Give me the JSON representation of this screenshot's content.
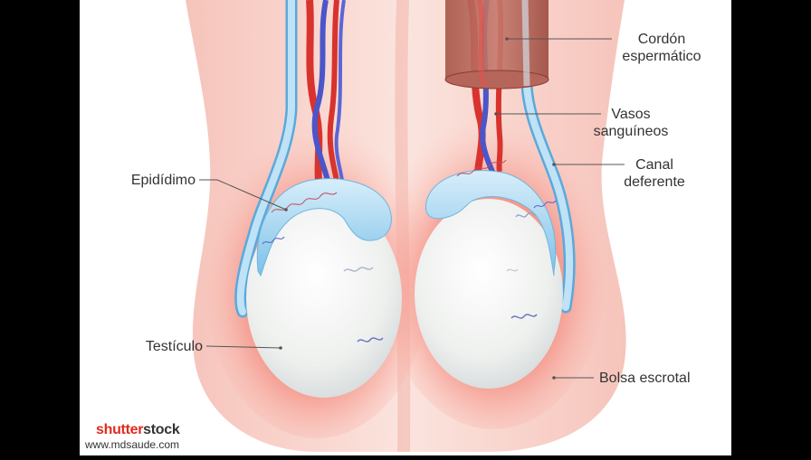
{
  "labels": {
    "cordon_line1": "Cordón",
    "cordon_line2": "espermático",
    "vasos_line1": "Vasos",
    "vasos_line2": "sanguíneos",
    "canal_line1": "Canal",
    "canal_line2": "deferente",
    "epididimo": "Epidídimo",
    "testiculo": "Testículo",
    "bolsa": "Bolsa escrotal"
  },
  "watermark": {
    "brand_left": "shutter",
    "brand_right": "stock",
    "site": "www.mdsaude.com"
  },
  "colors": {
    "background": "#000000",
    "panel": "#ffffff",
    "scrotum_edge": "#f7cfc8",
    "scrotum_glow": "#f26a5c",
    "testis": "#f2f3f1",
    "epididymis": "#9dd1ee",
    "vas_deferens": "#9fd0f0",
    "artery": "#d8332e",
    "vein": "#4a56c9",
    "cord_sheath": "#b5655a",
    "label_text": "#333333",
    "brand_red": "#e02a20"
  }
}
